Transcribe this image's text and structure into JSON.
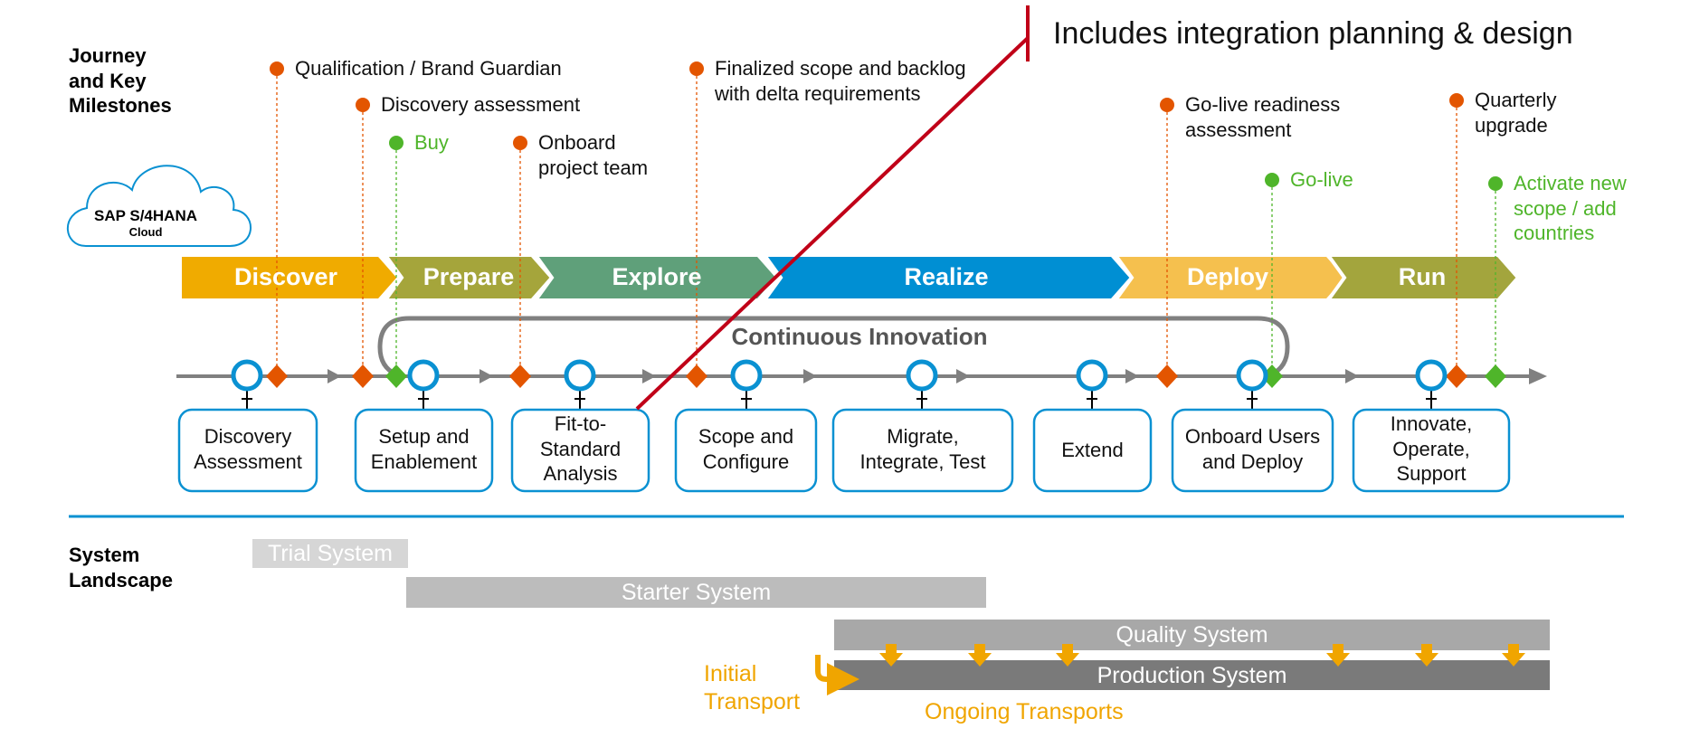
{
  "banner": "Includes integration planning & design",
  "journey_title": [
    "Journey",
    "and Key",
    "Milestones"
  ],
  "landscape_title": [
    "System",
    "Landscape"
  ],
  "cloud": {
    "line1": "SAP S/4HANA",
    "line2": "Cloud"
  },
  "continuous_innovation": "Continuous Innovation",
  "phases": [
    "Discover",
    "Prepare",
    "Explore",
    "Realize",
    "Deploy",
    "Run"
  ],
  "colors": {
    "discover": "#f0ab00",
    "prepare": "#a5a53b",
    "explore": "#5fa07a",
    "realize": "#008fd3",
    "deploy": "#f5c04e",
    "run": "#a3a53d",
    "milestone_orange": "#e35500",
    "milestone_green": "#4fb52a",
    "node_blue": "#0a91d2",
    "banner_red": "#c00018",
    "transport_orange": "#f0a500",
    "trial": "#d6d6d6",
    "starter": "#bcbcbc",
    "quality": "#a8a8a8",
    "production": "#7a7a7a"
  },
  "milestones": [
    {
      "label": [
        "Qualification / Brand Guardian"
      ],
      "kind": "orange"
    },
    {
      "label": [
        "Discovery assessment"
      ],
      "kind": "orange"
    },
    {
      "label": [
        "Buy"
      ],
      "kind": "green"
    },
    {
      "label": [
        "Onboard",
        "project team"
      ],
      "kind": "orange"
    },
    {
      "label": [
        "Finalized scope and backlog",
        "with delta requirements"
      ],
      "kind": "orange"
    },
    {
      "label": [
        "Go-live readiness",
        "assessment"
      ],
      "kind": "orange"
    },
    {
      "label": [
        "Go-live"
      ],
      "kind": "green"
    },
    {
      "label": [
        "Quarterly",
        "upgrade"
      ],
      "kind": "orange"
    },
    {
      "label": [
        "Activate new",
        "scope / add",
        "countries"
      ],
      "kind": "green"
    }
  ],
  "activities": [
    [
      "Discovery",
      "Assessment"
    ],
    [
      "Setup and",
      "Enablement"
    ],
    [
      "Fit-to-",
      "Standard",
      "Analysis"
    ],
    [
      "Scope and",
      "Configure"
    ],
    [
      "Migrate,",
      "Integrate, Test"
    ],
    [
      "Extend"
    ],
    [
      "Onboard Users",
      "and Deploy"
    ],
    [
      "Innovate,",
      "Operate,",
      "Support"
    ]
  ],
  "systems": [
    "Trial System",
    "Starter System",
    "Quality System",
    "Production System"
  ],
  "transports": {
    "initial": [
      "Initial",
      "Transport"
    ],
    "ongoing": "Ongoing Transports"
  }
}
